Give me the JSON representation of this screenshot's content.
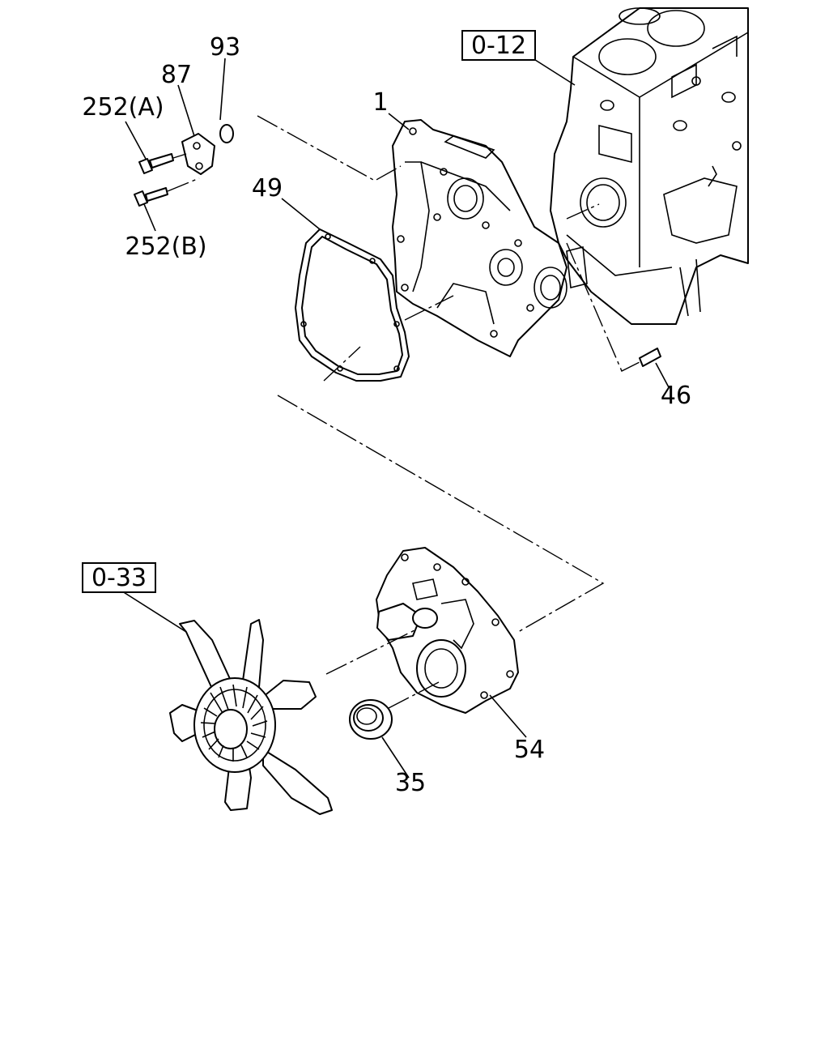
{
  "references": {
    "engine_block": "0-12",
    "fan_assembly": "0-33"
  },
  "callouts": {
    "part_93": "93",
    "part_87": "87",
    "part_252a": "252(A)",
    "part_252b": "252(B)",
    "part_1": "1",
    "part_49": "49",
    "part_46": "46",
    "part_54": "54",
    "part_35": "35"
  }
}
